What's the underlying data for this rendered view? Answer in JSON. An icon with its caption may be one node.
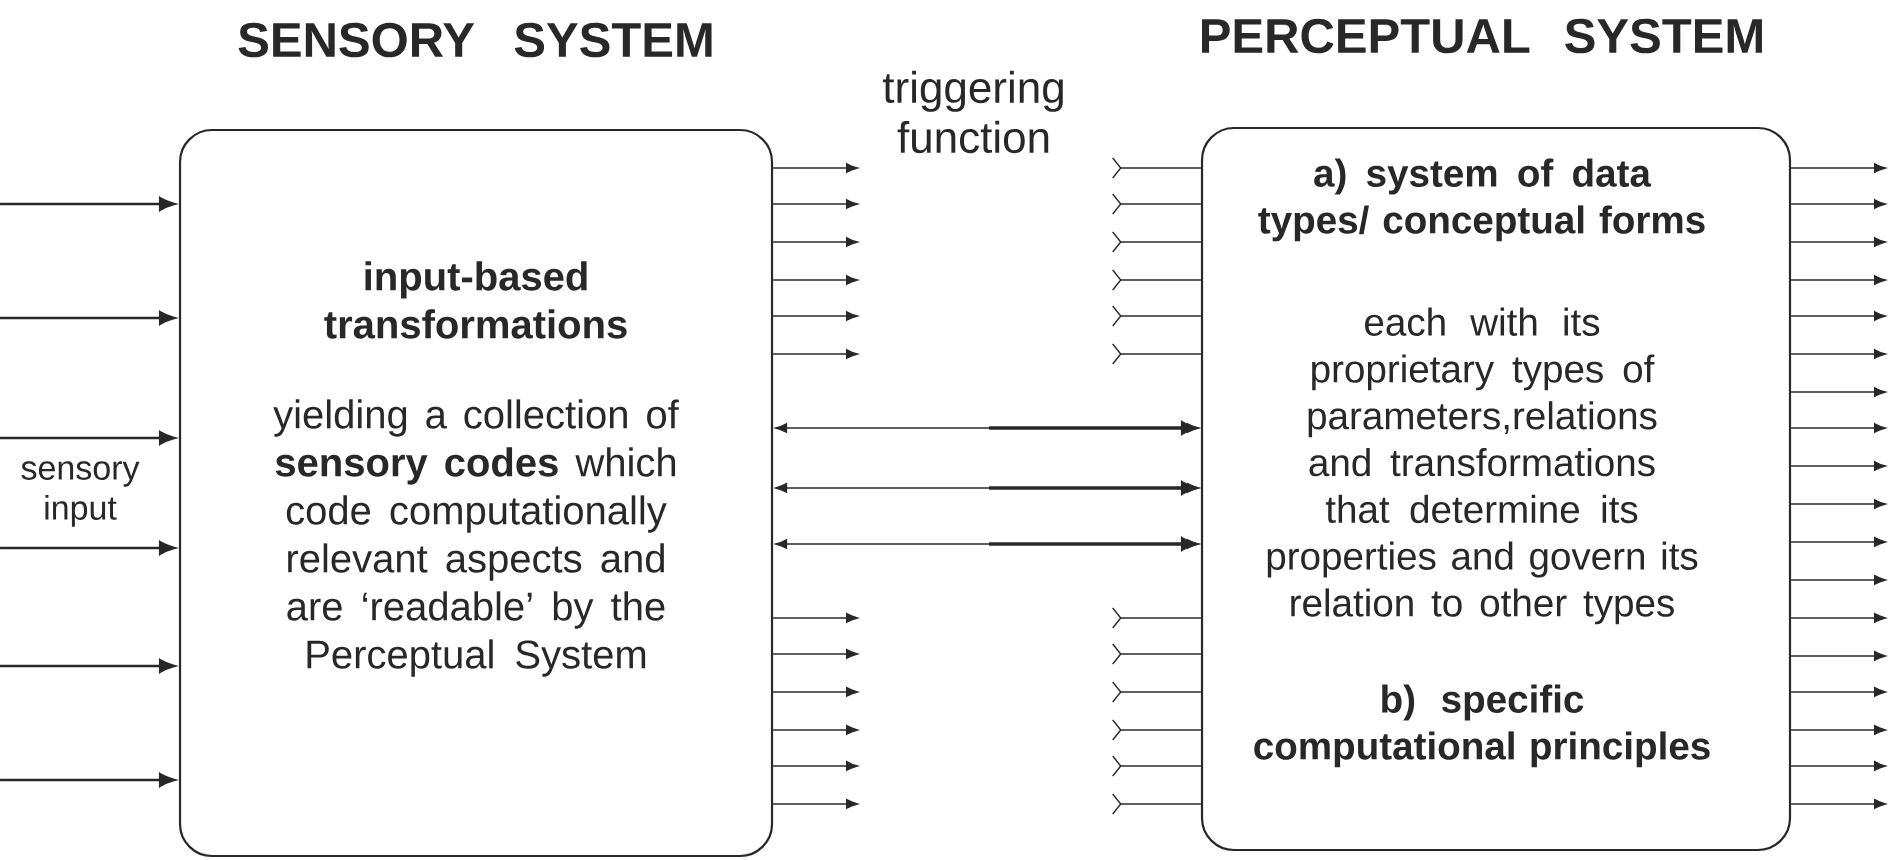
{
  "diagram": {
    "nodes": [
      {
        "text": [
          "SENSORY SYSTEM",
          "input-based transformations",
          "yielding a collection of **sensory codes** which code computationally relevant aspects and are ‘readable’ by the Perceptual System"
        ]
      },
      {
        "text": [
          "PERCEPTUAL SYSTEM",
          "a) system of data types/ conceptual forms",
          "each with its proprietary types of parameters,relations and transformations that determine its properties and govern its relation to other types",
          "b) specific computational principles"
        ]
      }
    ],
    "edges": [
      {
        "from": null,
        "to": 0,
        "arrow": "to"
      },
      {
        "from": null,
        "to": 0,
        "arrow": "to"
      },
      {
        "from": null,
        "to": 0,
        "arrow": "to"
      },
      {
        "from": null,
        "to": 0,
        "arrow": "to"
      },
      {
        "from": null,
        "to": 0,
        "arrow": "to"
      },
      {
        "from": null,
        "to": 0,
        "arrow": "to"
      },
      {
        "from": 0,
        "to": null,
        "arrow": "to"
      },
      {
        "from": 0,
        "to": null,
        "arrow": "to"
      },
      {
        "from": 0,
        "to": null,
        "arrow": "to"
      },
      {
        "from": 0,
        "to": null,
        "arrow": "to"
      },
      {
        "from": 0,
        "to": null,
        "arrow": "to"
      },
      {
        "from": 0,
        "to": null,
        "arrow": "to"
      },
      {
        "from": 0,
        "to": 1,
        "arrow": "both"
      },
      {
        "from": 0,
        "to": 1,
        "arrow": "both"
      },
      {
        "from": 0,
        "to": 1,
        "arrow": "both"
      },
      {
        "from": 0,
        "to": null,
        "arrow": "to"
      },
      {
        "from": 0,
        "to": null,
        "arrow": "to"
      },
      {
        "from": 0,
        "to": null,
        "arrow": "to"
      },
      {
        "from": 0,
        "to": null,
        "arrow": "to"
      },
      {
        "from": 0,
        "to": null,
        "arrow": "to"
      },
      {
        "from": 0,
        "to": null,
        "arrow": "to"
      },
      {
        "from": null,
        "to": 1,
        "arrow": "other"
      },
      {
        "from": null,
        "to": 1,
        "arrow": "other"
      },
      {
        "from": null,
        "to": 1,
        "arrow": "other"
      },
      {
        "from": null,
        "to": 1,
        "arrow": "other"
      },
      {
        "from": null,
        "to": 1,
        "arrow": "other"
      },
      {
        "from": null,
        "to": 1,
        "arrow": "other"
      },
      {
        "from": null,
        "to": 1,
        "arrow": "other"
      },
      {
        "from": null,
        "to": 1,
        "arrow": "other"
      },
      {
        "from": null,
        "to": 1,
        "arrow": "other"
      },
      {
        "from": null,
        "to": 1,
        "arrow": "other"
      },
      {
        "from": null,
        "to": 1,
        "arrow": "other"
      },
      {
        "from": null,
        "to": 1,
        "arrow": "other"
      },
      {
        "from": 1,
        "to": null,
        "arrow": "to"
      },
      {
        "from": 1,
        "to": null,
        "arrow": "to"
      },
      {
        "from": 1,
        "to": null,
        "arrow": "to"
      },
      {
        "from": 1,
        "to": null,
        "arrow": "to"
      },
      {
        "from": 1,
        "to": null,
        "arrow": "to"
      },
      {
        "from": 1,
        "to": null,
        "arrow": "to"
      },
      {
        "from": 1,
        "to": null,
        "arrow": "to"
      },
      {
        "from": 1,
        "to": null,
        "arrow": "to"
      },
      {
        "from": 1,
        "to": null,
        "arrow": "to"
      },
      {
        "from": 1,
        "to": null,
        "arrow": "to"
      },
      {
        "from": 1,
        "to": null,
        "arrow": "to"
      },
      {
        "from": 1,
        "to": null,
        "arrow": "to"
      },
      {
        "from": 1,
        "to": null,
        "arrow": "to"
      },
      {
        "from": 1,
        "to": null,
        "arrow": "to"
      },
      {
        "from": 1,
        "to": null,
        "arrow": "to"
      },
      {
        "from": 1,
        "to": null,
        "arrow": "to"
      },
      {
        "from": 1,
        "to": null,
        "arrow": "to"
      },
      {
        "from": 1,
        "to": null,
        "arrow": "to"
      }
    ],
    "labels": [
      "sensory input",
      "triggering function"
    ]
  }
}
